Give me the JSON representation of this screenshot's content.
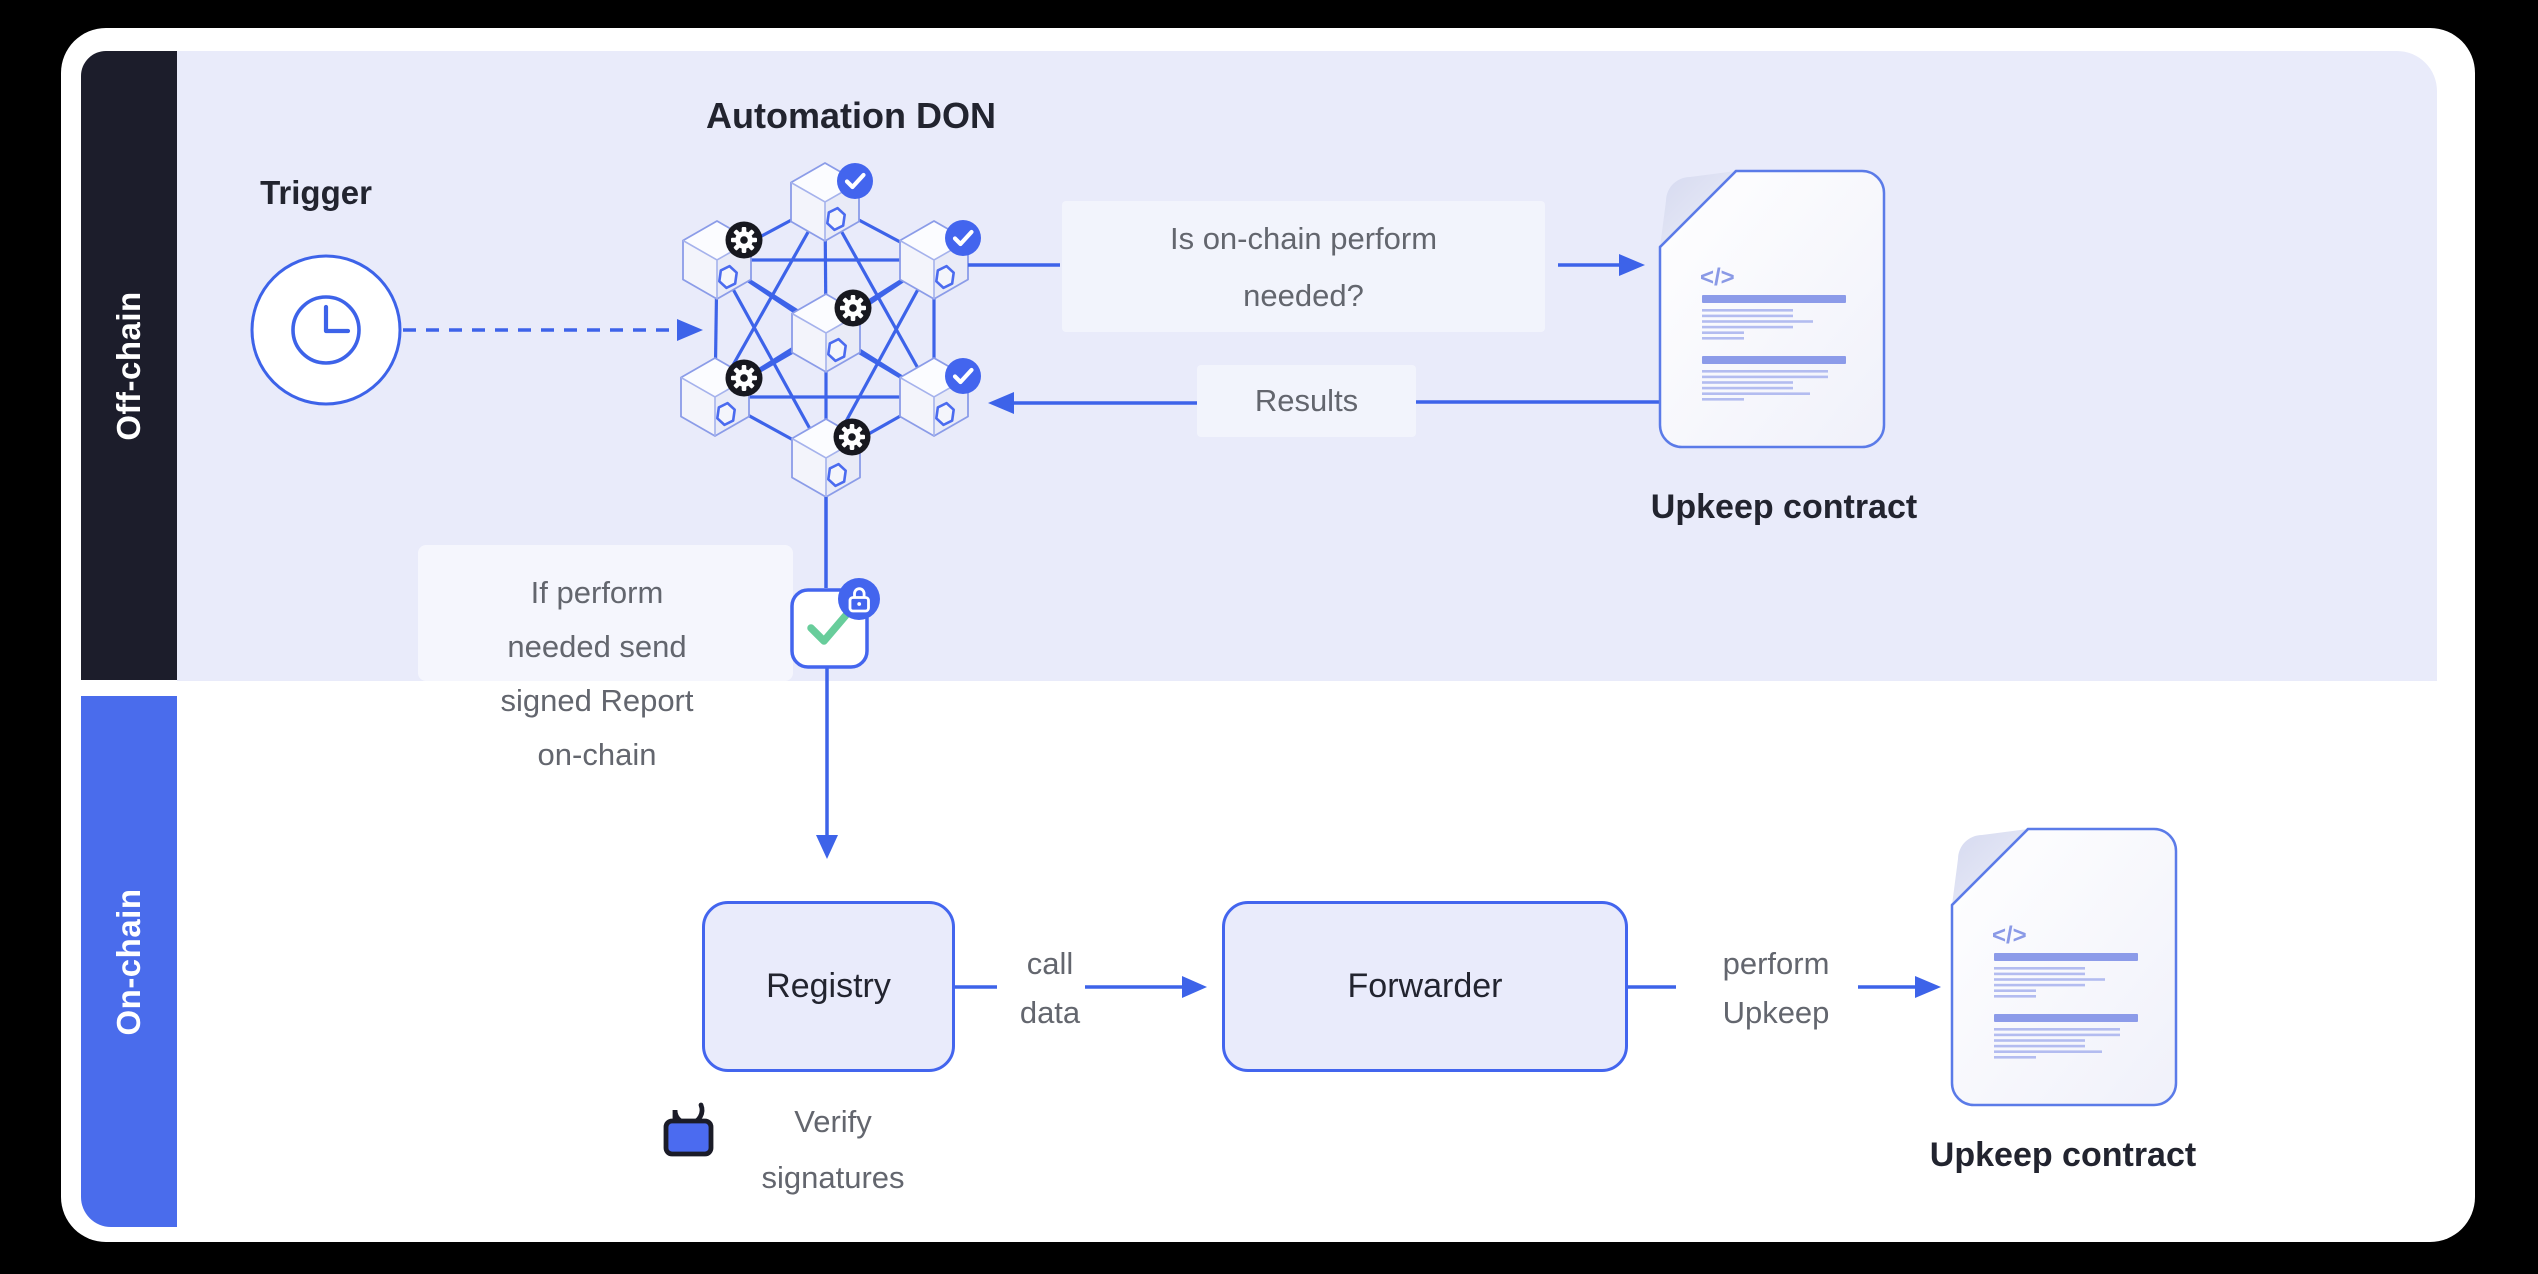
{
  "sections": {
    "offchain": {
      "label": "Off-chain"
    },
    "onchain": {
      "label": "On-chain"
    }
  },
  "nodes": {
    "trigger": {
      "label": "Trigger",
      "icon": "clock-icon"
    },
    "automation_don": {
      "label": "Automation DON",
      "node_count": 7,
      "badge_icons": [
        "check-icon",
        "gear-icon",
        "node-hexagon-icon"
      ]
    },
    "upkeep_contract_top": {
      "label": "Upkeep contract",
      "icon": "code-document-icon",
      "code_glyph": "</>"
    },
    "consensus": {
      "icons": [
        "checkmark-icon",
        "lock-icon"
      ]
    },
    "registry": {
      "label": "Registry"
    },
    "forwarder": {
      "label": "Forwarder"
    },
    "upkeep_contract_bottom": {
      "label": "Upkeep contract",
      "icon": "code-document-icon",
      "code_glyph": "</>"
    }
  },
  "edges": {
    "question": {
      "lines": [
        "Is on-chain perform",
        "needed?"
      ]
    },
    "results": {
      "label": "Results"
    },
    "if_perform": {
      "lines": [
        "If perform",
        "needed send",
        "signed Report",
        "on-chain"
      ]
    },
    "call_data": {
      "lines": [
        "call",
        "data"
      ]
    },
    "perform_upkeep": {
      "lines": [
        "perform",
        "Upkeep"
      ]
    },
    "verify_signatures": {
      "lines": [
        "Verify",
        "signatures"
      ],
      "icon": "unlock-icon"
    }
  },
  "colors": {
    "accent_blue": "#3D63E9",
    "badge_blue": "#4365EE",
    "sidebar_blue": "#4A6CEC",
    "dark_navy": "#1C1D2B",
    "offchain_bg": "#E9EBFA",
    "label_bg": "#F2F4FC",
    "doc_border": "#5B7BE8",
    "doc_bar": "#8C9BE9",
    "success_green": "#68CD9B",
    "text_dark": "#22242F",
    "text_gray": "#63666E"
  }
}
